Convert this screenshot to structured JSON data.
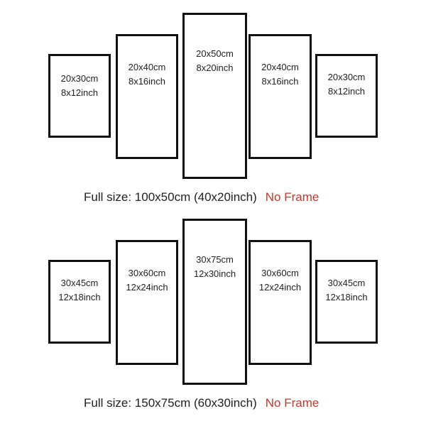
{
  "sets": [
    {
      "panels": [
        {
          "cm": "20x30cm",
          "inch": "8x12inch"
        },
        {
          "cm": "20x40cm",
          "inch": "8x16inch"
        },
        {
          "cm": "20x50cm",
          "inch": "8x20inch"
        },
        {
          "cm": "20x40cm",
          "inch": "8x16inch"
        },
        {
          "cm": "20x30cm",
          "inch": "8x12inch"
        }
      ],
      "full_size": "Full size: 100x50cm (40x20inch)",
      "frame_note": "No Frame"
    },
    {
      "panels": [
        {
          "cm": "30x45cm",
          "inch": "12x18inch"
        },
        {
          "cm": "30x60cm",
          "inch": "12x24inch"
        },
        {
          "cm": "30x75cm",
          "inch": "12x30inch"
        },
        {
          "cm": "30x60cm",
          "inch": "12x24inch"
        },
        {
          "cm": "30x45cm",
          "inch": "12x18inch"
        }
      ],
      "full_size": "Full size: 150x75cm (60x30inch)",
      "frame_note": "No Frame"
    }
  ],
  "colors": {
    "frame_note": "#c0392b",
    "border": "#111111",
    "text": "#222222"
  }
}
